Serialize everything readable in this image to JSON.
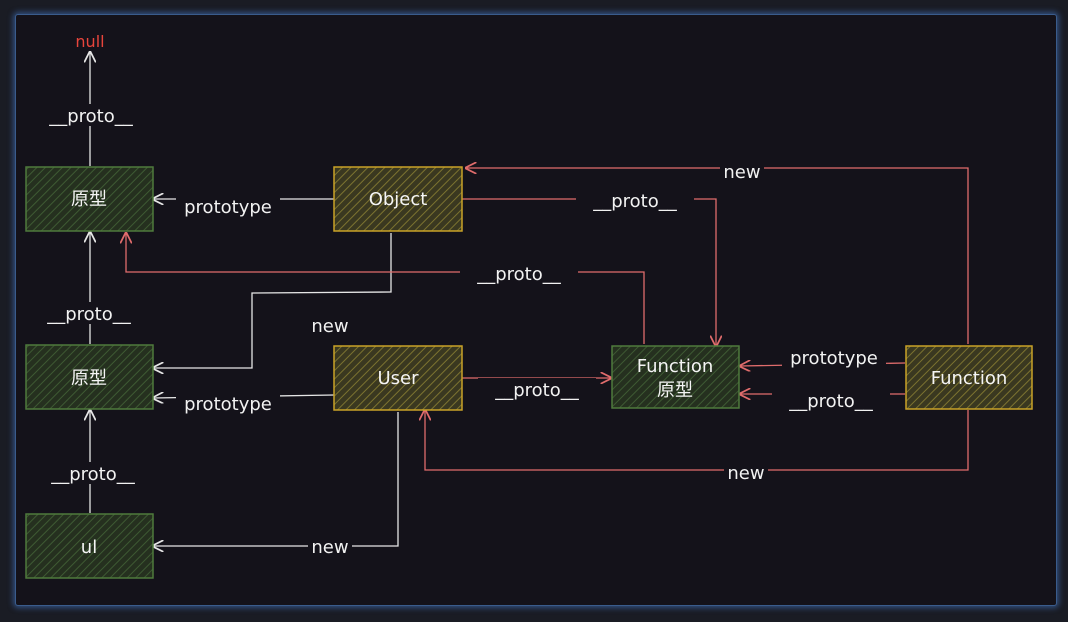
{
  "diagram": {
    "null_label": "null",
    "nodes": {
      "proto_top": "原型",
      "proto_mid": "原型",
      "ul": "ul",
      "object": "Object",
      "user": "User",
      "function_proto_line1": "Function",
      "function_proto_line2": "原型",
      "function": "Function"
    },
    "edge_labels": {
      "proto_top_to_null": "__proto__",
      "proto_mid_to_top": "__proto__",
      "ul_to_proto_mid": "__proto__",
      "object_prototype": "prototype",
      "user_prototype": "prototype",
      "object_new": "new",
      "ul_new": "new",
      "object_proto_to_funcproto": "__proto__",
      "funcproto_proto_to_top": "__proto__",
      "user_proto_to_funcproto": "__proto__",
      "function_prototype": "prototype",
      "function_proto": "__proto__",
      "function_new_object": "new",
      "function_new_user": "new"
    },
    "colors": {
      "white_edge": "#e6e6e6",
      "red_edge": "#e06c6c",
      "green_box_fill": "#2b3a28",
      "green_box_stroke": "#4e7a3c",
      "yellow_box_fill": "#4a4a2a",
      "yellow_box_stroke": "#c9a227",
      "null_text": "#e8453c"
    }
  }
}
